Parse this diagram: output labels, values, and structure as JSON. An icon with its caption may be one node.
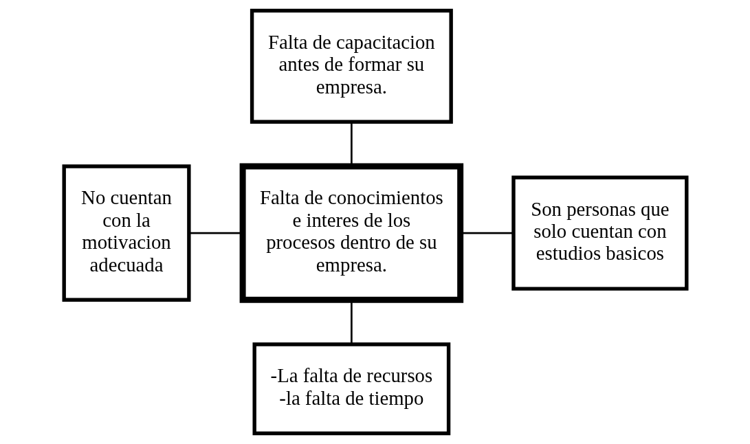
{
  "diagram": {
    "nodes": [
      {
        "text": [
          "Falta de capacitacion antes de formar su empresa."
        ]
      },
      {
        "text": [
          "No cuentan con la motivacion adecuada"
        ]
      },
      {
        "text": [
          "Falta de conocimientos e interes de los procesos dentro de su empresa."
        ]
      },
      {
        "text": [
          "Son personas que solo cuentan con estudios basicos"
        ]
      },
      {
        "text": [
          "-La falta de recursos",
          "-la falta de tiempo"
        ]
      }
    ],
    "edges": [
      {
        "from": 0,
        "to": 2,
        "arrow": "none"
      },
      {
        "from": 1,
        "to": 2,
        "arrow": "none"
      },
      {
        "from": 2,
        "to": 3,
        "arrow": "none"
      },
      {
        "from": 2,
        "to": 4,
        "arrow": "none"
      }
    ]
  }
}
